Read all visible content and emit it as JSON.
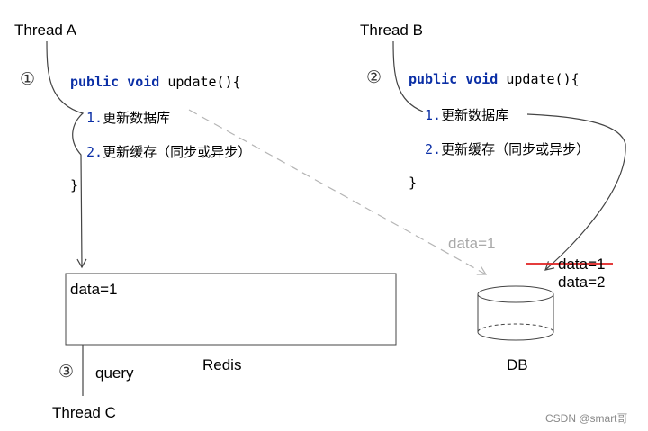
{
  "threads": {
    "a": "Thread A",
    "b": "Thread B",
    "c": "Thread C"
  },
  "steps": {
    "one": "①",
    "two": "②",
    "three": "③"
  },
  "code_a": {
    "kw_public": "public",
    "kw_void": "void",
    "signature": "update(){",
    "line1_num": "1.",
    "line1_text": "更新数据库",
    "line2_num": "2.",
    "line2_text": "更新缓存（同步或异步）",
    "close": "}"
  },
  "code_b": {
    "kw_public": "public",
    "kw_void": "void",
    "signature": "update(){",
    "line1_num": "1.",
    "line1_text": "更新数据库",
    "line2_num": "2.",
    "line2_text": "更新缓存（同步或异步）",
    "close": "}"
  },
  "redis": {
    "label": "Redis",
    "value": "data=1"
  },
  "db": {
    "label": "DB",
    "old_value": "data=1",
    "new_value": "data=2"
  },
  "flows": {
    "stale_write_label": "data=1",
    "query_label": "query"
  },
  "watermark": "CSDN @smart哥",
  "colors": {
    "keyword": "#0b2fa6",
    "strike": "#e02020",
    "muted": "#a9a9a9",
    "line": "#444444"
  }
}
